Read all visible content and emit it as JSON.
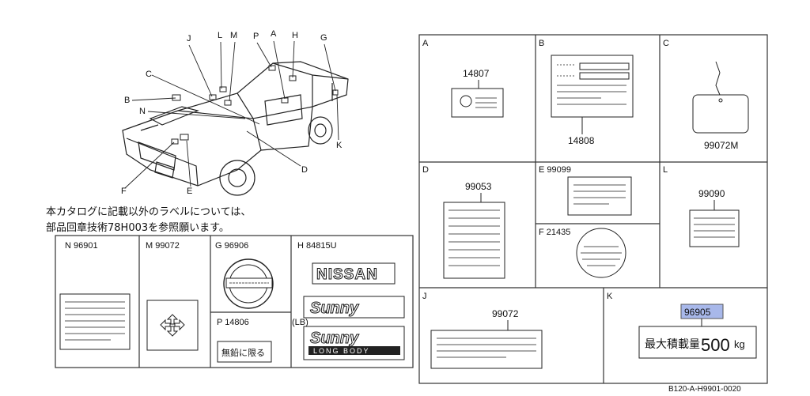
{
  "callouts": [
    "J",
    "L",
    "M",
    "P",
    "A",
    "H",
    "G",
    "C",
    "B",
    "N",
    "K",
    "D",
    "F",
    "E"
  ],
  "note": {
    "line1": "本カタログに記載以外のラベルについては、",
    "line2": "部品回章技術78H003を参照願います。"
  },
  "panels": {
    "A": {
      "letter": "A",
      "part": "14807"
    },
    "B": {
      "letter": "B",
      "part": "14808"
    },
    "C": {
      "letter": "C",
      "part": "99072M"
    },
    "D": {
      "letter": "D",
      "part": "99053"
    },
    "E": {
      "header": "E  99099"
    },
    "F": {
      "header": "F  21435"
    },
    "L": {
      "letter": "L",
      "part": "99090"
    },
    "J": {
      "letter": "J",
      "part": "99072"
    },
    "K": {
      "letter": "K",
      "part": "96905",
      "label_text": "最大積載量",
      "label_value": "500",
      "label_unit": "kg"
    },
    "N": {
      "header": "N 96901"
    },
    "M": {
      "header": "M 99072"
    },
    "G": {
      "header": "G  96906"
    },
    "P": {
      "header": "P  14806",
      "label_text": "無鉛に限る"
    },
    "H": {
      "header": "H  84815U",
      "badge_nissan": "NISSAN",
      "badge_sunny": "Sunny",
      "lb": "(LB)",
      "badge_sunny2": "Sunny",
      "badge_longbody": "LONG BODY"
    }
  },
  "colors": {
    "highlight": "#a8b8ea"
  },
  "footer": {
    "code": "B120-A-H9901-0020"
  }
}
